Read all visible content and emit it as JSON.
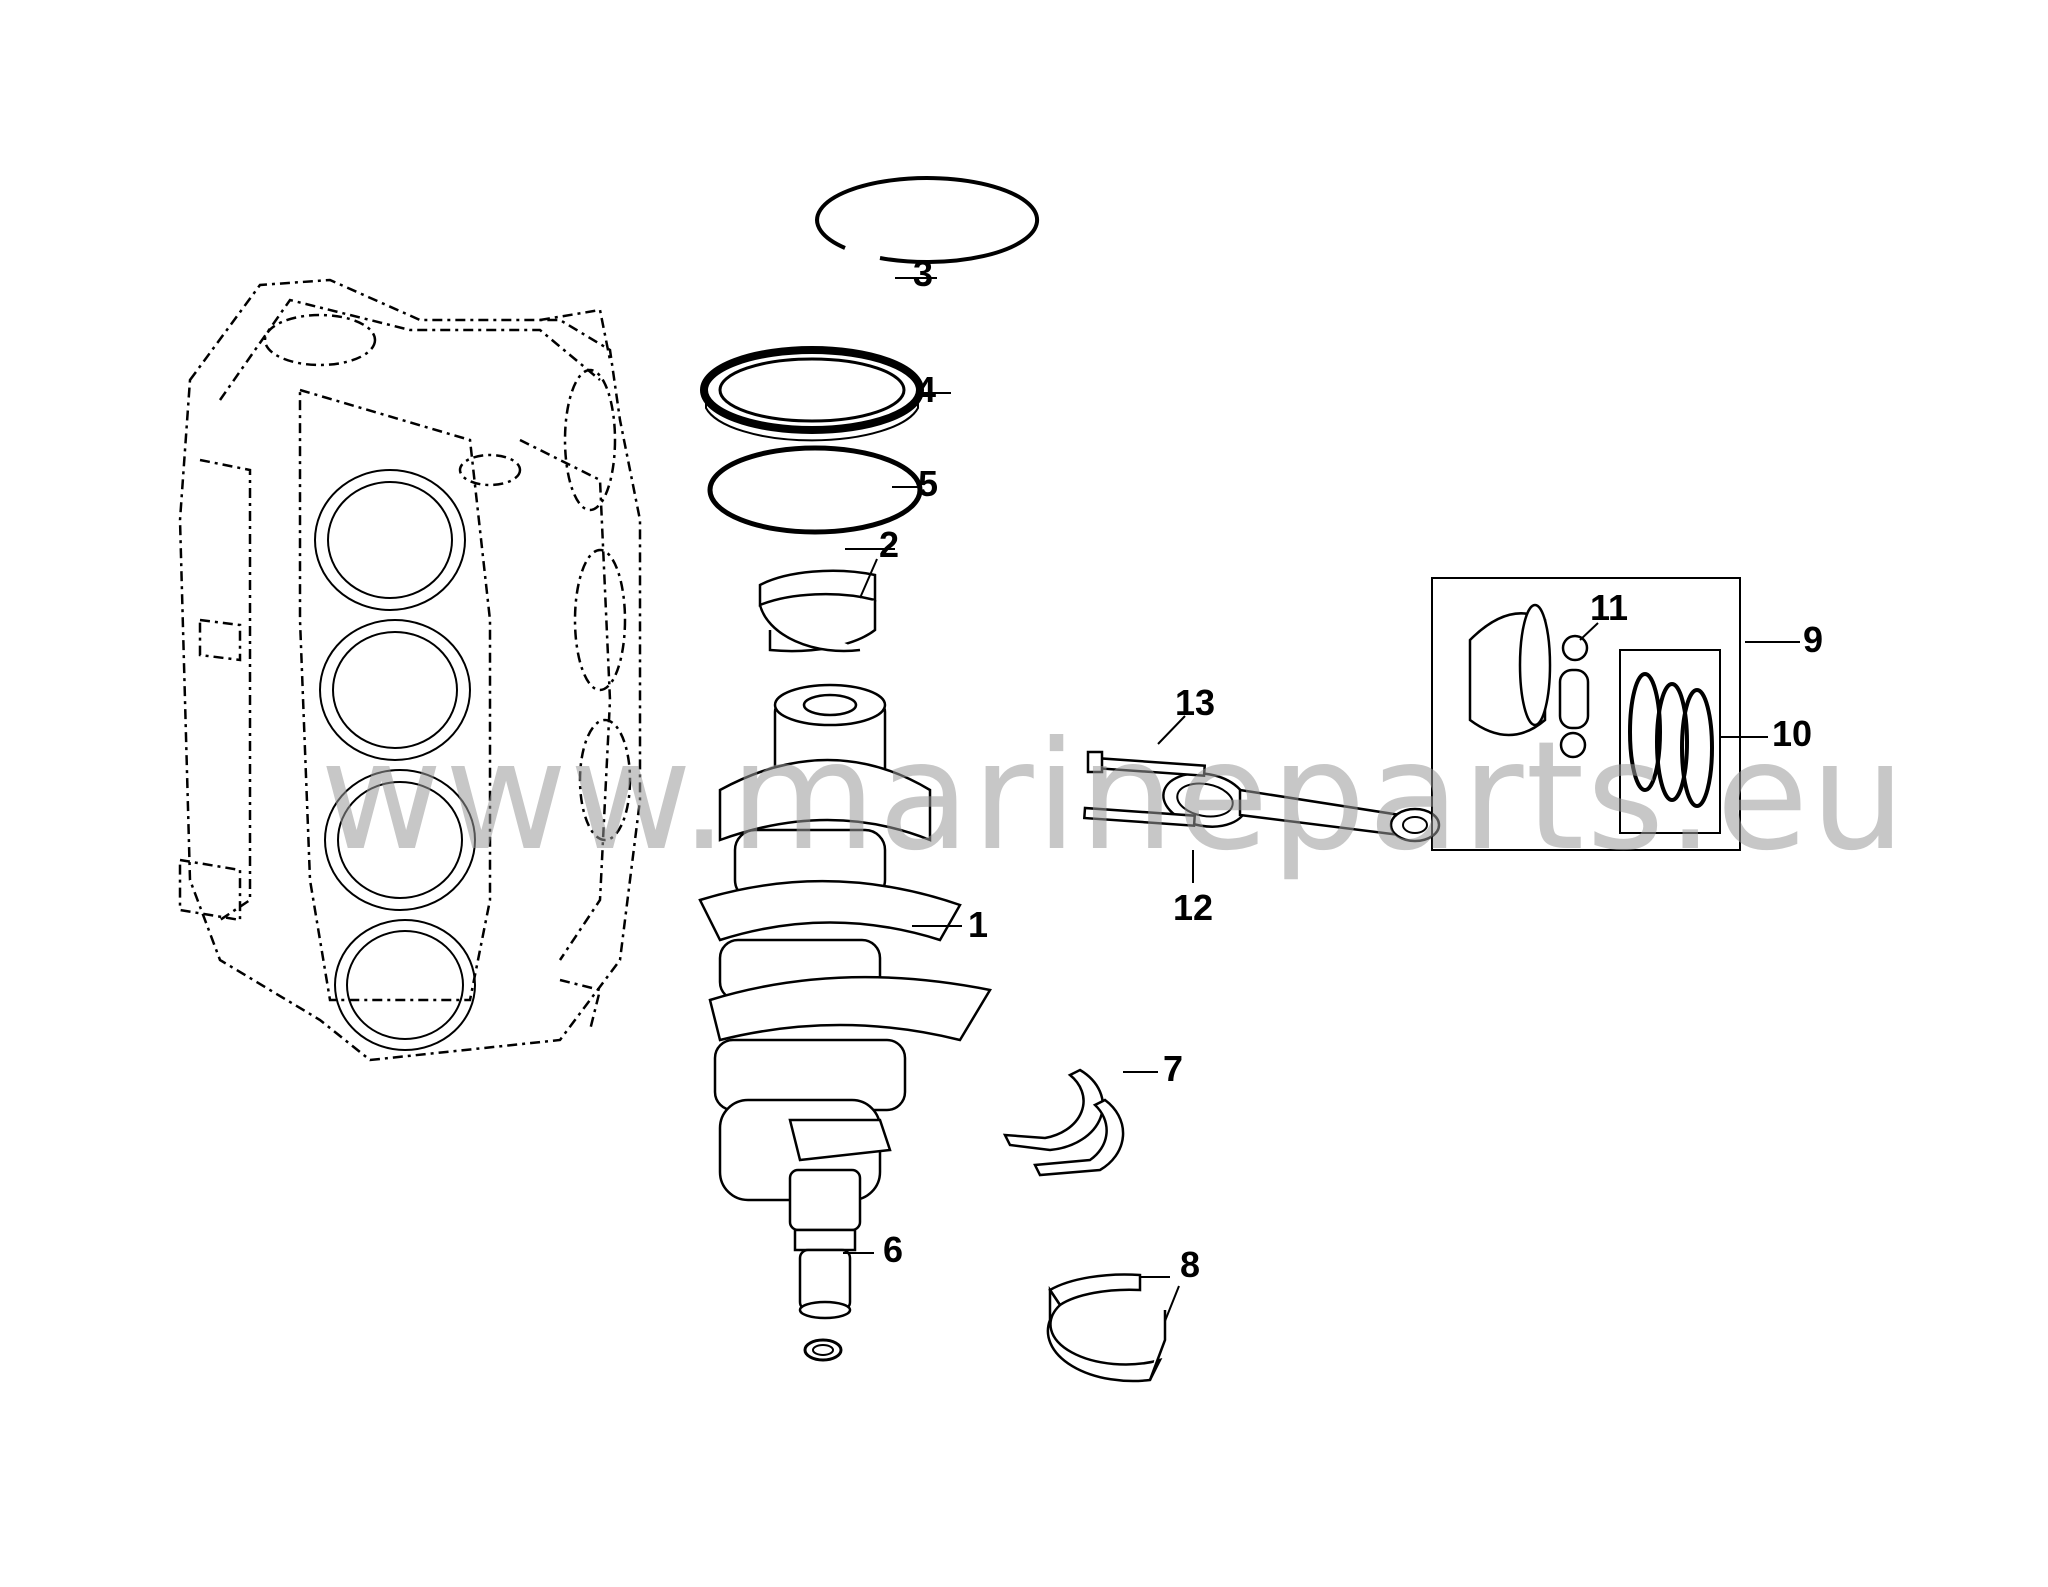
{
  "watermark": "www.marineparts.eu",
  "callouts": [
    {
      "id": "1",
      "label": "1"
    },
    {
      "id": "2",
      "label": "2"
    },
    {
      "id": "3",
      "label": "3"
    },
    {
      "id": "4",
      "label": "4"
    },
    {
      "id": "5",
      "label": "5"
    },
    {
      "id": "6",
      "label": "6"
    },
    {
      "id": "7",
      "label": "7"
    },
    {
      "id": "8",
      "label": "8"
    },
    {
      "id": "9",
      "label": "9"
    },
    {
      "id": "10",
      "label": "10"
    },
    {
      "id": "11",
      "label": "11"
    },
    {
      "id": "12",
      "label": "12"
    },
    {
      "id": "13",
      "label": "13"
    }
  ]
}
